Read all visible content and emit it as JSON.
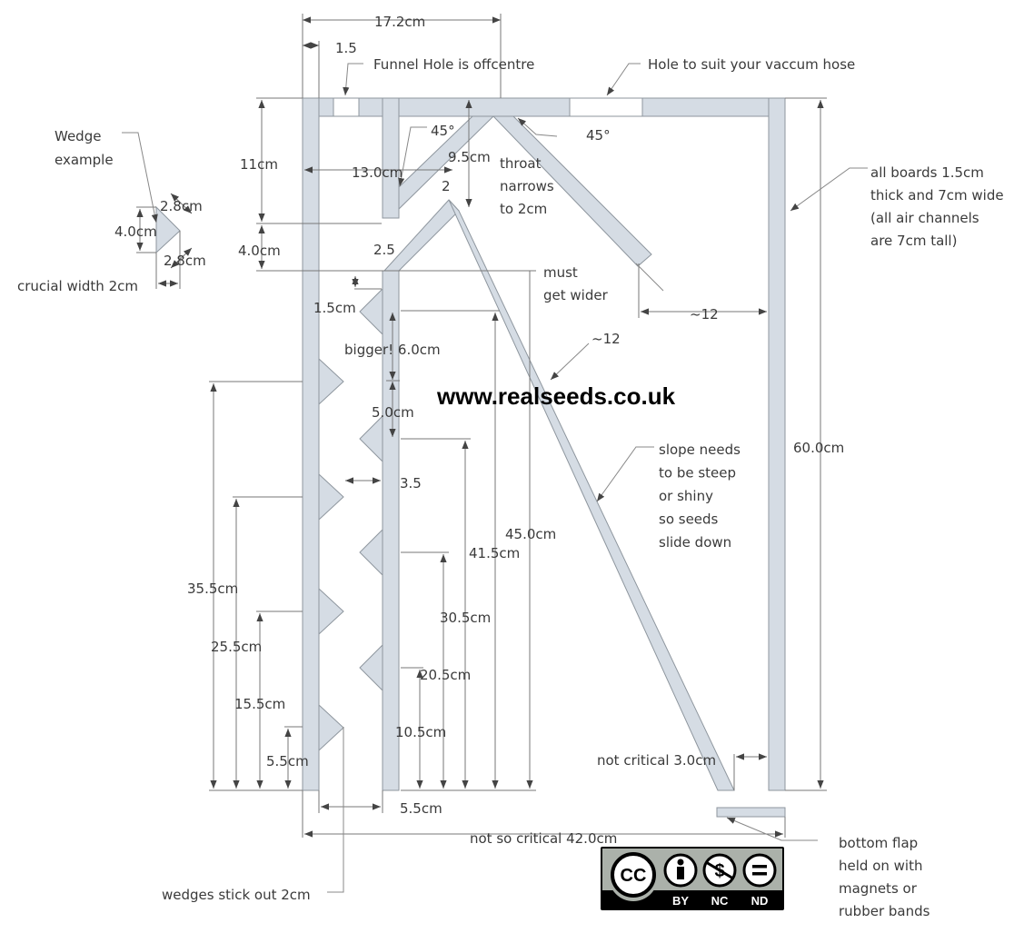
{
  "colors": {
    "board_fill": "#d5dce4",
    "board_stroke": "#8e969e",
    "dim_line": "#777777",
    "text": "#3a3a3a"
  },
  "watermark": "www.realseeds.co.uk",
  "top_dims": {
    "width_17_2": "17.2cm",
    "board_1_5": "1.5"
  },
  "notes": {
    "funnel_hole": "Funnel Hole  is offcentre",
    "vacuum_hole": "Hole to suit your vaccum hose",
    "angle_left": "45°",
    "angle_right": "45°",
    "throat": [
      "throat",
      "narrows",
      "to 2cm"
    ],
    "all_boards": [
      "all boards 1.5cm",
      "thick and 7cm wide",
      "(all air channels",
      "are 7cm tall)"
    ],
    "must_wider": [
      "must",
      "get wider"
    ],
    "slope": [
      "slope needs",
      "to be steep",
      "or shiny",
      "so seeds",
      "slide down"
    ],
    "bottom_flap": [
      "bottom flap",
      "held on with",
      "magnets or",
      "rubber bands"
    ],
    "wedges_stick": "wedges  stick out 2cm"
  },
  "wedge_example": {
    "title": [
      "Wedge",
      "example"
    ],
    "height": "4.0cm",
    "side_top": "2.8cm",
    "side_bottom": "2.8cm",
    "crucial": "crucial width 2cm"
  },
  "dims": {
    "h11": "11cm",
    "h4": "4.0cm",
    "w13": "13.0cm",
    "h9_5": "9.5cm",
    "throat2": "2",
    "d2_5": "2.5",
    "d1_5": "1.5cm",
    "bigger6": "bigger! 6.0cm",
    "d5": "5.0cm",
    "d3_5": "3.5",
    "approx12a": "~12",
    "approx12b": "~12",
    "h60": "60.0cm",
    "h45": "45.0cm",
    "h41_5": "41.5cm",
    "h30_5": "30.5cm",
    "h20_5": "20.5cm",
    "h10_5": "10.5cm",
    "h35_5": "35.5cm",
    "h25_5": "25.5cm",
    "h15_5": "15.5cm",
    "h5_5": "5.5cm",
    "w5_5": "5.5cm",
    "w42": "not so critical 42.0cm",
    "w3": "not critical 3.0cm"
  },
  "license": {
    "cc": "CC",
    "by": "BY",
    "nc": "NC",
    "nd": "ND"
  }
}
